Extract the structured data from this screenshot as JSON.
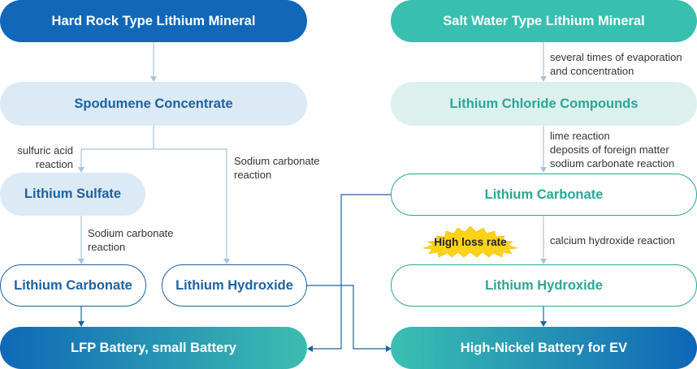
{
  "left": {
    "source": "Hard Rock Type Lithium Mineral",
    "concentrate": "Spodumene Concentrate",
    "sulfate": "Lithium Sulfate",
    "carbonate": "Lithium Carbonate",
    "hydroxide": "Lithium Hydroxide",
    "label_sulfuric": "sulfuric acid\nreaction",
    "label_sodium_right": "Sodium carbonate\nreaction",
    "label_sodium_mid": "Sodium carbonate\nreaction"
  },
  "right": {
    "source": "Salt Water Type Lithium Mineral",
    "chloride": "Lithium Chloride Compounds",
    "carbonate": "Lithium Carbonate",
    "hydroxide": "Lithium Hydroxide",
    "label_evaporation": "several times of evaporation\nand concentration",
    "label_lime": "lime reaction\ndeposits of foreign matter\nsodium carbonate reaction",
    "label_calcium": "calcium hydroxide reaction",
    "badge": "High loss rate"
  },
  "outputs": {
    "lfp": "LFP Battery, small Battery",
    "ev": "High-Nickel Battery for EV"
  },
  "colors": {
    "dark_blue": "#1168b8",
    "teal": "#38bfb0",
    "connector": "#a9c3dc",
    "arrow_dark": "#1b62a4",
    "badge": "#ffd21a"
  }
}
